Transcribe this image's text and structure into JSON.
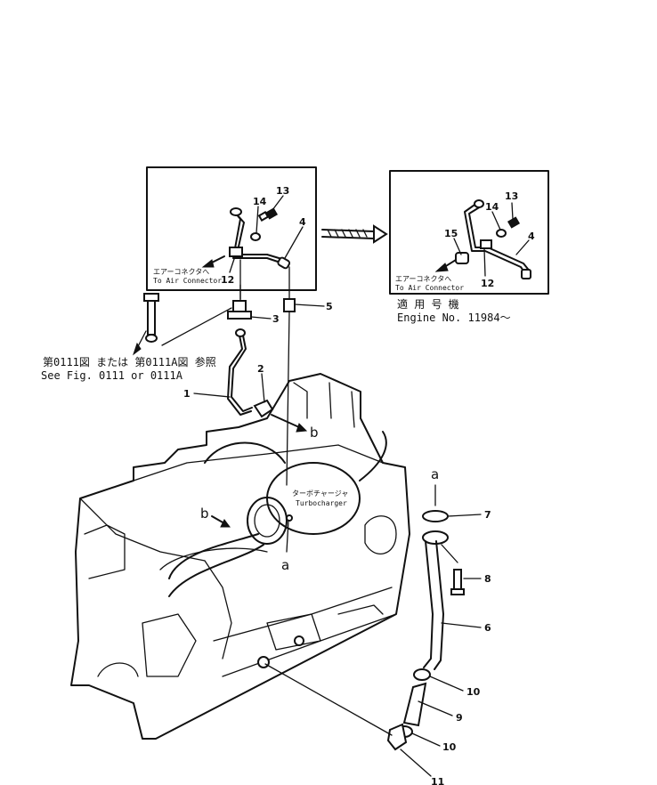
{
  "callouts": {
    "c1": "1",
    "c2": "2",
    "c3": "3",
    "c4a": "4",
    "c4b": "4",
    "c5": "5",
    "c6": "6",
    "c7": "7",
    "c8": "8",
    "c9": "9",
    "c10a": "10",
    "c10b": "10",
    "c11": "11",
    "c12a": "12",
    "c12b": "12",
    "c13a": "13",
    "c13b": "13",
    "c14a": "14",
    "c14b": "14",
    "c15": "15"
  },
  "ref_letters": {
    "a_top": "a",
    "a_bottom": "a",
    "b_right": "b",
    "b_left": "b"
  },
  "inset_left": {
    "to_air_jp": "エアーコネクタへ",
    "to_air_en": "To Air Connector"
  },
  "inset_right": {
    "to_air_jp": "エアーコネクタへ",
    "to_air_en": "To Air Connector",
    "applicable_jp": "適 用 号 機",
    "engine_no": "Engine No. 11984～"
  },
  "see_fig": {
    "jp": "第0111図 または 第0111A図 参照",
    "en": "See Fig. 0111 or 0111A"
  },
  "turbocharger": {
    "jp": "ターボチャージャ",
    "en": "Turbocharger"
  }
}
